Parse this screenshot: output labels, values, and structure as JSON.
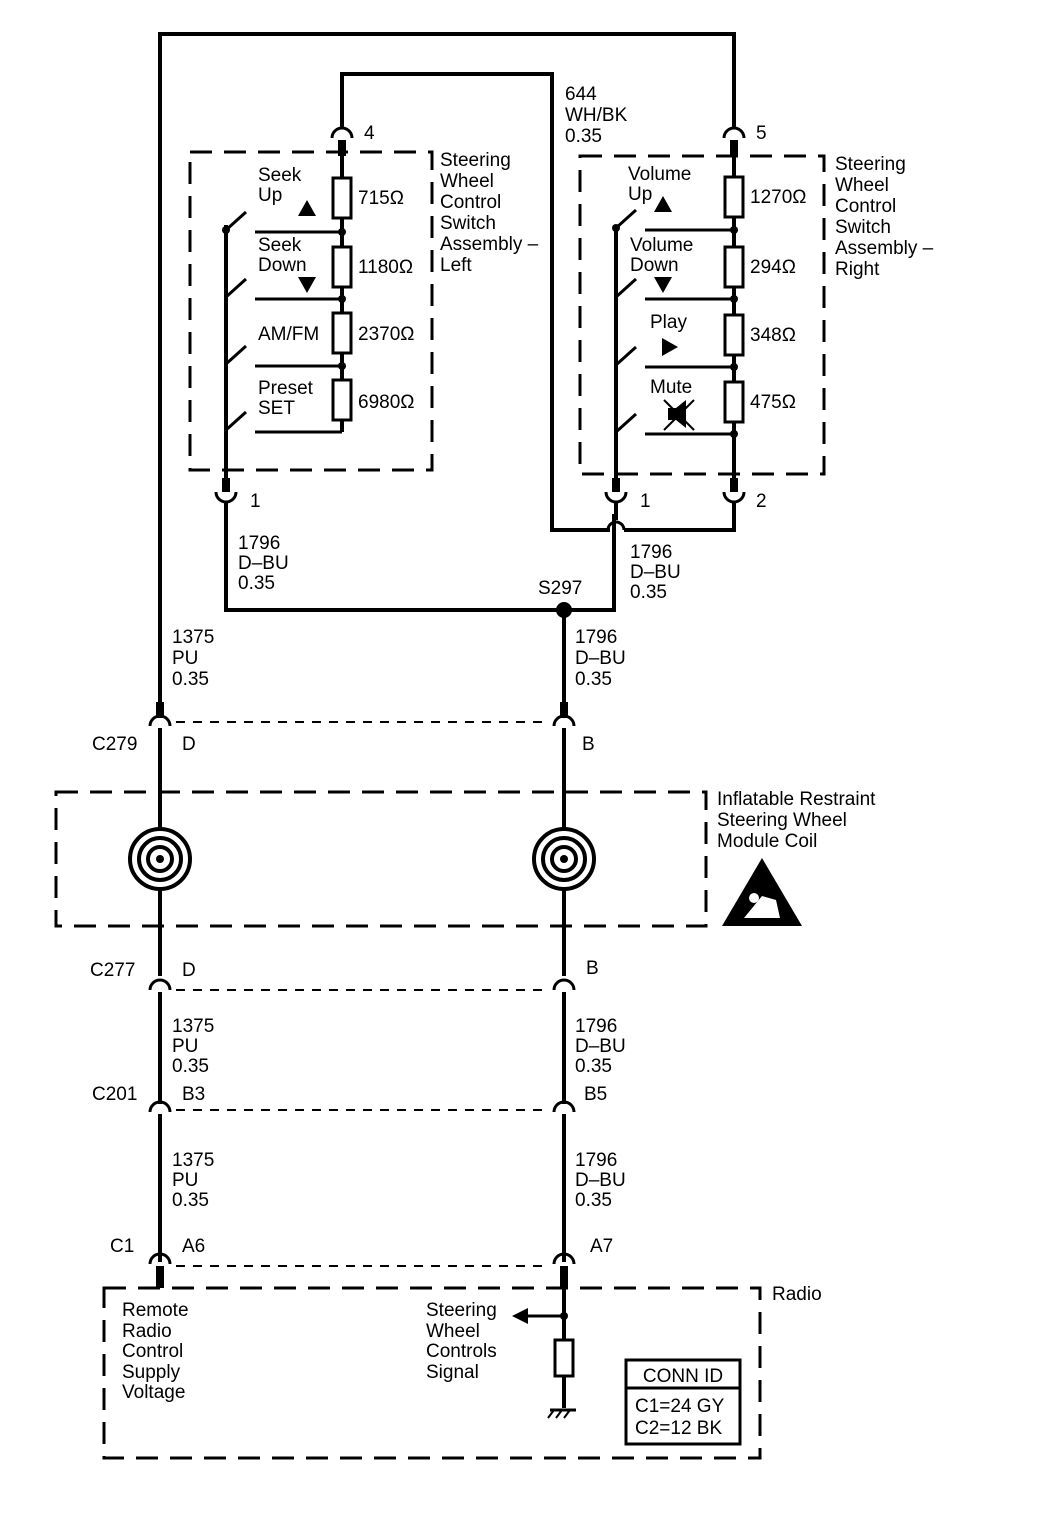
{
  "colors": {
    "ink": "#000000",
    "paper": "#ffffff"
  },
  "left_switch": {
    "title": [
      "Steering",
      "Wheel",
      "Control",
      "Switch",
      "Assembly –",
      "Left"
    ],
    "connector_top": "4",
    "connector_bottom": "1",
    "buttons": [
      {
        "label": [
          "Seek",
          "Up"
        ],
        "icon": "up-triangle-icon",
        "resistance": "715Ω"
      },
      {
        "label": [
          "Seek",
          "Down"
        ],
        "icon": "down-triangle-icon",
        "resistance": "1180Ω"
      },
      {
        "label": [
          "AM/FM"
        ],
        "icon": "",
        "resistance": "2370Ω"
      },
      {
        "label": [
          "Preset",
          "SET"
        ],
        "icon": "",
        "resistance": "6980Ω"
      }
    ]
  },
  "right_switch": {
    "title": [
      "Steering",
      "Wheel",
      "Control",
      "Switch",
      "Assembly –",
      "Right"
    ],
    "connector_top": "5",
    "connector_bottom_1": "1",
    "connector_bottom_2": "2",
    "buttons": [
      {
        "label": [
          "Volume",
          "Up"
        ],
        "icon": "up-triangle-icon",
        "resistance": "1270Ω"
      },
      {
        "label": [
          "Volume",
          "Down"
        ],
        "icon": "down-triangle-icon",
        "resistance": "294Ω"
      },
      {
        "label": [
          "Play"
        ],
        "icon": "play-icon",
        "resistance": "348Ω"
      },
      {
        "label": [
          "Mute"
        ],
        "icon": "mute-icon",
        "resistance": "475Ω"
      }
    ]
  },
  "wires": {
    "top_loop": [
      "644",
      "WH/BK",
      "0.35"
    ],
    "left_return": [
      "1796",
      "D–BU",
      "0.35"
    ],
    "right_return": [
      "1796",
      "D–BU",
      "0.35"
    ],
    "supply_1": [
      "1375",
      "PU",
      "0.35"
    ],
    "signal_1": [
      "1796",
      "D–BU",
      "0.35"
    ],
    "supply_2": [
      "1375",
      "PU",
      "0.35"
    ],
    "signal_2": [
      "1796",
      "D–BU",
      "0.35"
    ],
    "supply_3": [
      "1375",
      "PU",
      "0.35"
    ],
    "signal_3": [
      "1796",
      "D–BU",
      "0.35"
    ]
  },
  "splice": "S297",
  "connectors": {
    "c279": {
      "name": "C279",
      "left": "D",
      "right": "B"
    },
    "c277": {
      "name": "C277",
      "left": "D",
      "right": "B"
    },
    "c201": {
      "name": "C201",
      "left": "B3",
      "right": "B5"
    },
    "c1": {
      "name": "C1",
      "left": "A6",
      "right": "A7"
    }
  },
  "coil": {
    "label": [
      "Inflatable Restraint",
      "Steering Wheel",
      "Module Coil"
    ],
    "icon": "airbag-warning-icon"
  },
  "radio": {
    "title": "Radio",
    "supply_label": [
      "Remote",
      "Radio",
      "Control",
      "Supply",
      "Voltage"
    ],
    "signal_label": [
      "Steering",
      "Wheel",
      "Controls",
      "Signal"
    ],
    "conn_id_title": "CONN ID",
    "conn_id_rows": [
      "C1=24 GY",
      "C2=12 BK"
    ]
  }
}
